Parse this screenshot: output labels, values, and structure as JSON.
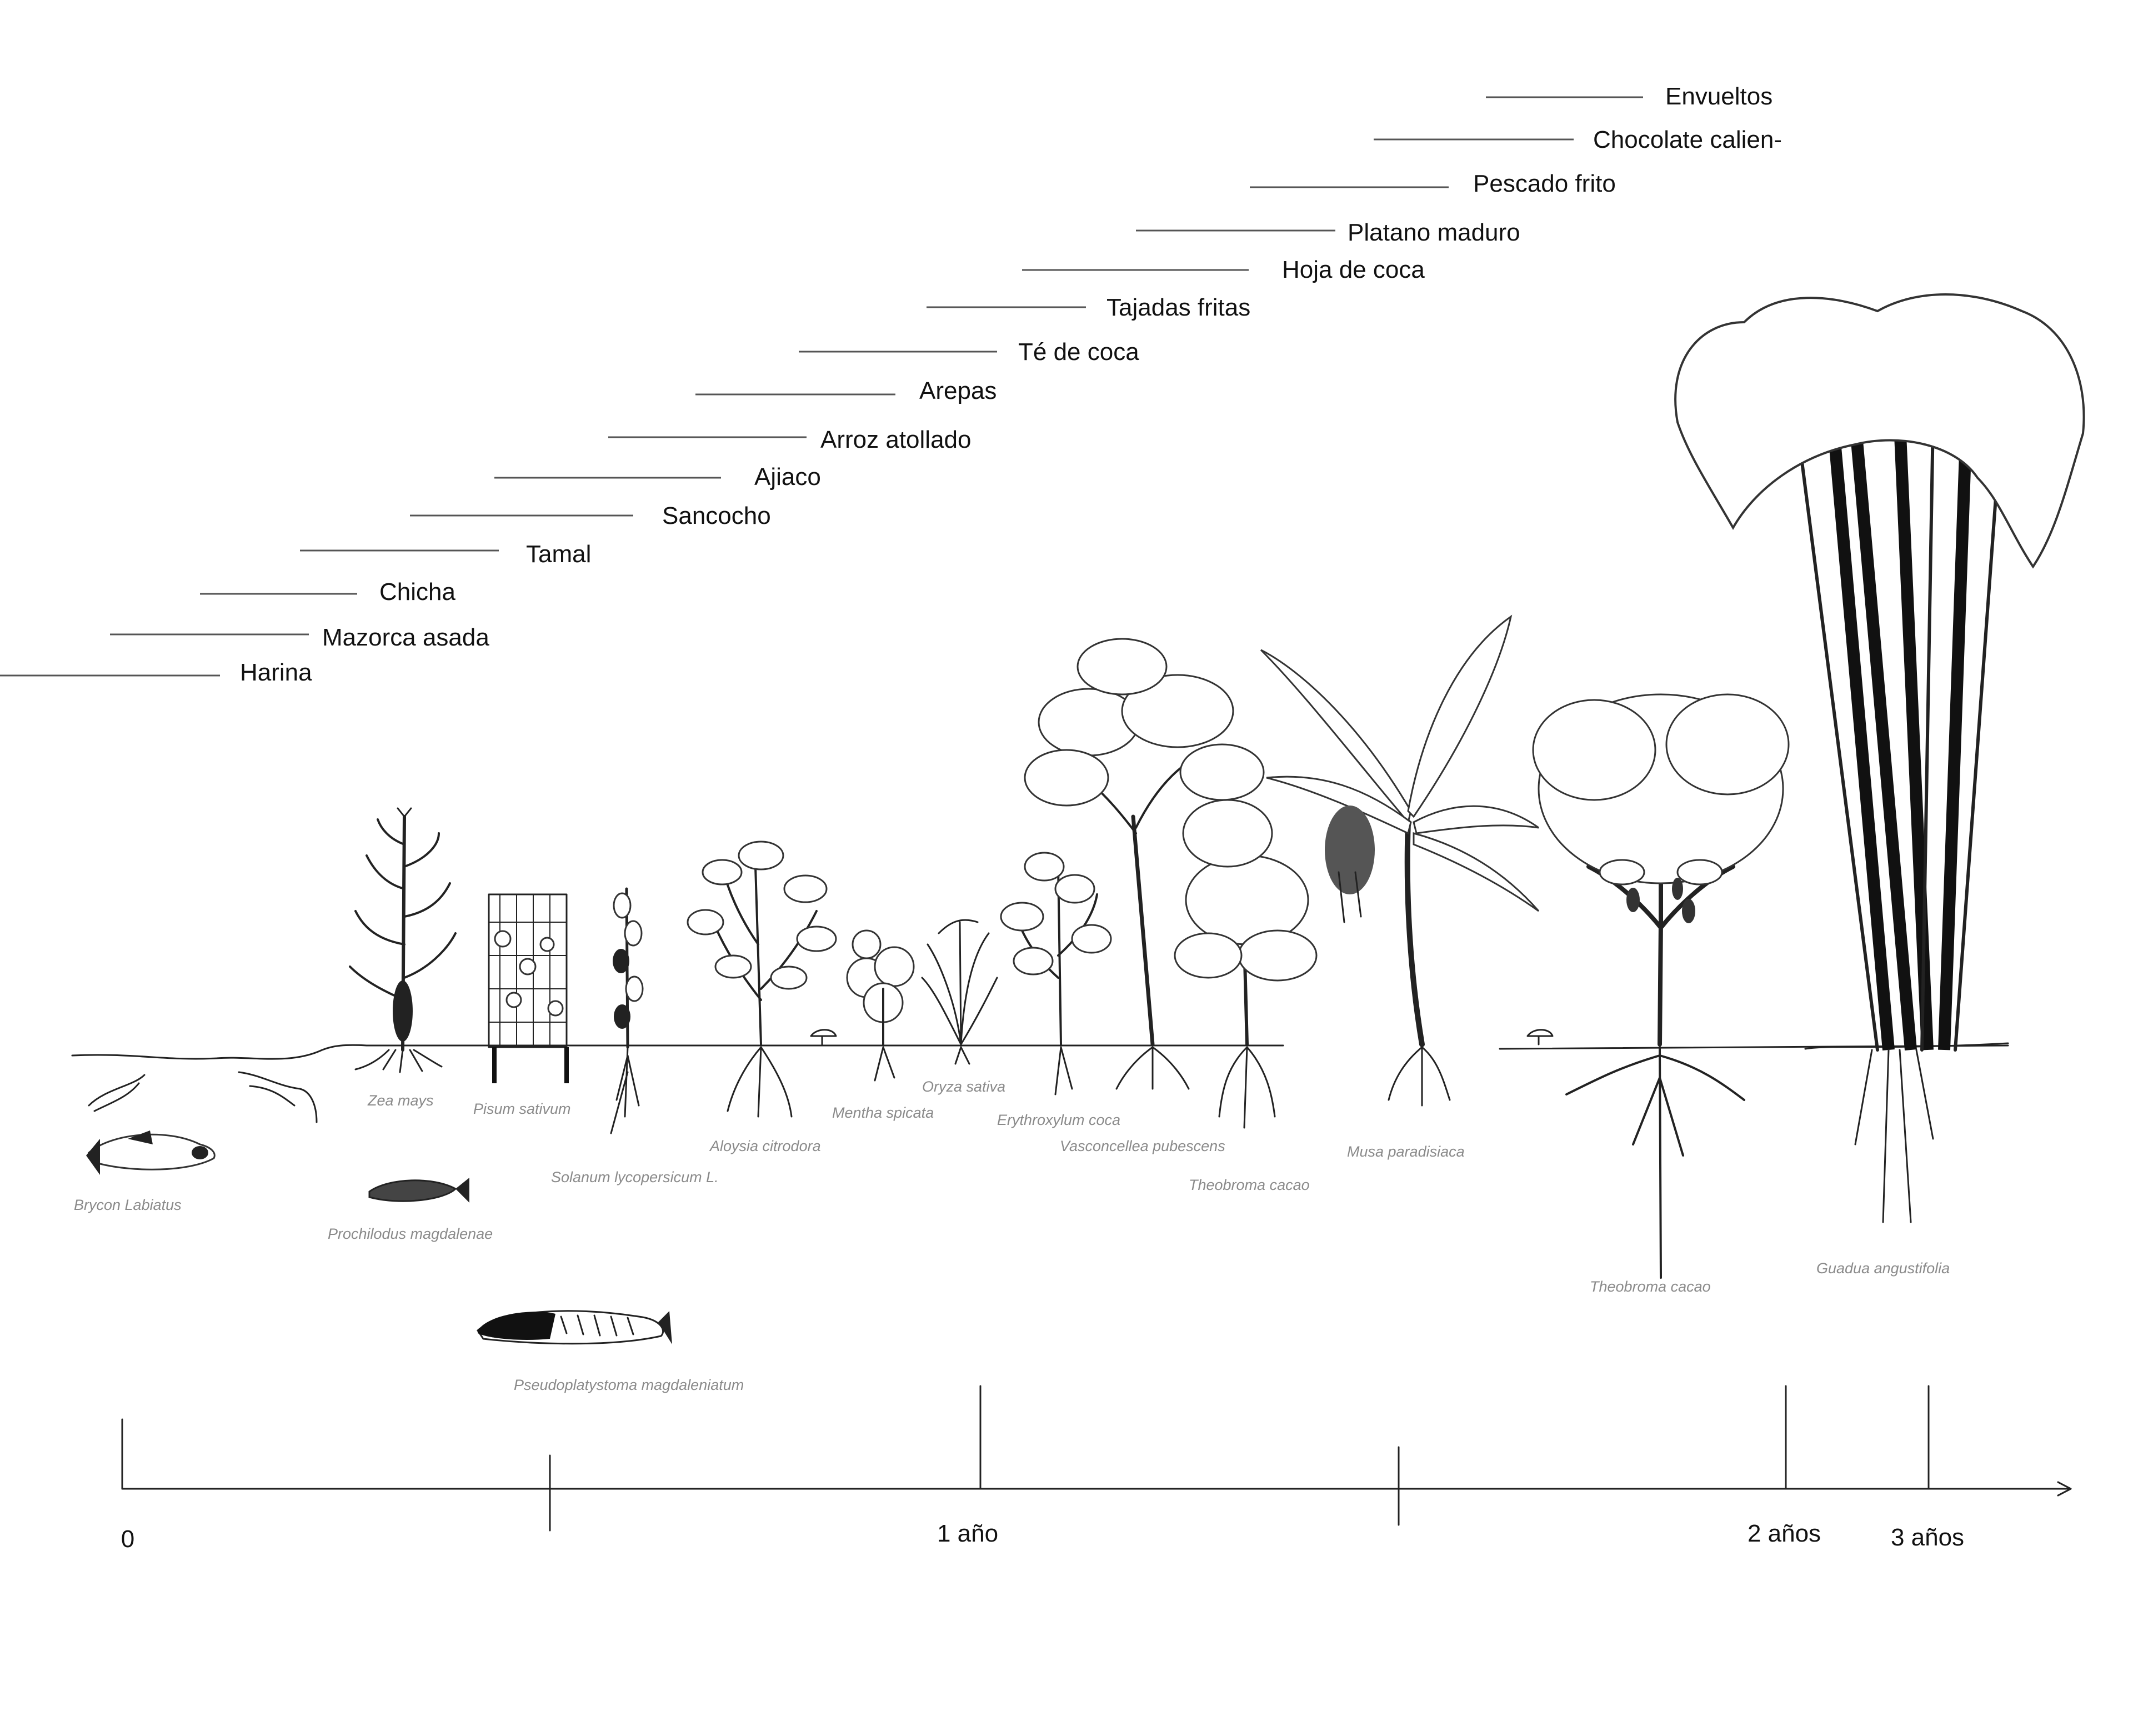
{
  "foods": [
    "Envueltos",
    "Chocolate calien-",
    "Pescado frito",
    "Platano maduro",
    "Hoja de coca",
    "Tajadas fritas",
    "Té de coca",
    "Arepas",
    "Arroz atollado",
    "Ajiaco",
    "Sancocho",
    "Tamal",
    "Chicha",
    "Mazorca asada",
    "Harina"
  ],
  "species": {
    "zea": "Zea mays",
    "pisum": "Pisum sativum",
    "solanum": "Solanum lycopersicum L.",
    "aloysia": "Aloysia citrodora",
    "mentha": "Mentha spicata",
    "oryza": "Oryza sativa",
    "erythroxylum": "Erythroxylum coca",
    "vasconcellea": "Vasconcellea pubescens",
    "theobroma1": "Theobroma cacao",
    "musa": "Musa paradisiaca",
    "theobroma2": "Theobroma cacao",
    "guadua": "Guadua angustifolia",
    "brycon": "Brycon Labiatus",
    "prochilodus": "Prochilodus magdalenae",
    "pseudoplatystoma": "Pseudoplatystoma magdaleniatum"
  },
  "timeline": {
    "start": "0",
    "one_year": "1 año",
    "two_years": "2 años",
    "three_years": "3 años"
  },
  "colors": {
    "ink": "#222222",
    "species_label": "#8a8a8a",
    "background": "#ffffff"
  }
}
